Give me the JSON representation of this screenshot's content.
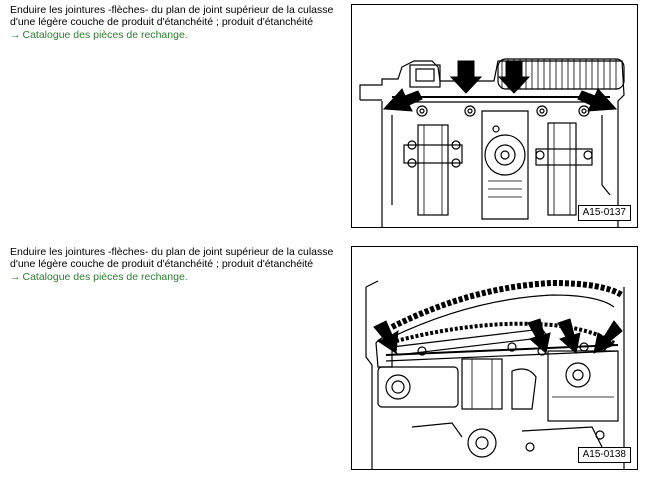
{
  "sections": [
    {
      "instruction_line1": "Enduire les jointures -flèches- du plan de joint supérieur de la culasse",
      "instruction_line2": "d'une légère couche de produit d'étanchéité ; produit d'étanchéité",
      "link_arrow": "→",
      "link_text": "Catalogue des pièces de rechange.",
      "figure_label": "A15-0137"
    },
    {
      "instruction_line1": "Enduire les jointures -flèches- du plan de joint supérieur de la culasse",
      "instruction_line2": "d'une légère couche de produit d'étanchéité ; produit d'étanchéité",
      "link_arrow": "→",
      "link_text": "Catalogue des pièces de rechange.",
      "figure_label": "A15-0138"
    }
  ],
  "colors": {
    "link": "#2e7d32",
    "line": "#000000"
  }
}
